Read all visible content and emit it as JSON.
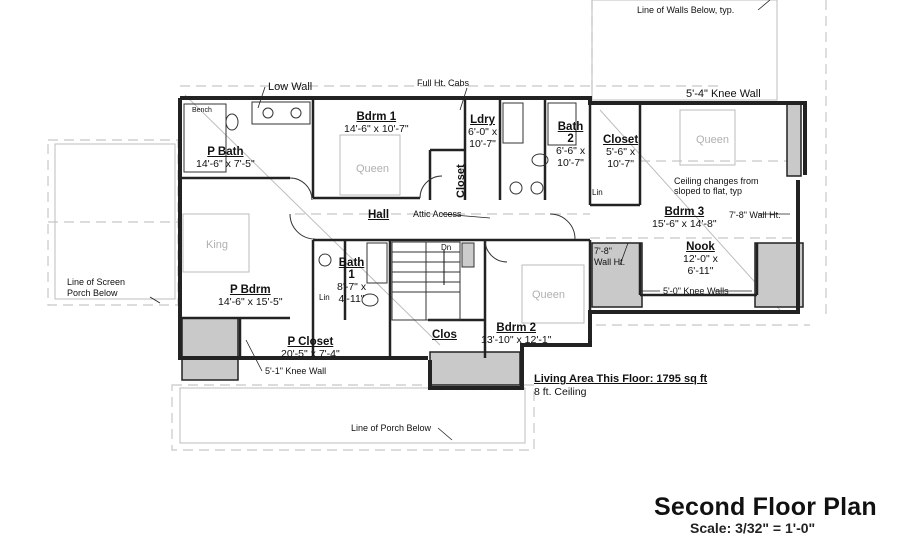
{
  "title": "Second Floor Plan",
  "scale_text": "Scale: 3/32\" = 1'-0\"",
  "summary": {
    "living_area": "Living Area This Floor: 1795 sq ft",
    "ceiling": "8 ft. Ceiling"
  },
  "rooms": [
    {
      "id": "p-bath",
      "name": "P Bath",
      "dims": "14'-6\" x 7'-5\""
    },
    {
      "id": "bdrm-1",
      "name": "Bdrm 1",
      "dims": "14'-6\" x 10'-7\""
    },
    {
      "id": "ldry",
      "name": "Ldry",
      "dims_1": "6'-0\" x",
      "dims_2": "10'-7\""
    },
    {
      "id": "bath-2",
      "name_1": "Bath",
      "name_2": "2",
      "dims_1": "6'-6\" x",
      "dims_2": "10'-7\""
    },
    {
      "id": "closet",
      "name": "Closet",
      "dims_1": "5'-6\" x",
      "dims_2": "10'-7\""
    },
    {
      "id": "bdrm-3",
      "name": "Bdrm 3",
      "dims": "15'-6\" x 14'-8\""
    },
    {
      "id": "nook",
      "name": "Nook",
      "dims_1": "12'-0\" x",
      "dims_2": "6'-11\""
    },
    {
      "id": "hall",
      "name": "Hall"
    },
    {
      "id": "bath-1",
      "name_1": "Bath",
      "name_2": "1",
      "dims_1": "8'-7\" x",
      "dims_2": "4'-11\""
    },
    {
      "id": "p-bdrm",
      "name": "P Bdrm",
      "dims": "14'-6\" x 15'-5\""
    },
    {
      "id": "p-closet",
      "name": "P Closet",
      "dims": "20'-5\" x 7'-4\""
    },
    {
      "id": "bdrm-2",
      "name": "Bdrm 2",
      "dims": "13'-10\" x 12'-1\""
    },
    {
      "id": "clos",
      "name": "Clos"
    },
    {
      "id": "bdrm1-closet",
      "name": "Closet"
    }
  ],
  "fixtures": {
    "bed_queen": "Queen",
    "bed_king": "King",
    "bench": "Bench",
    "lin": "Lin",
    "dn": "Dn"
  },
  "annotations": {
    "low_wall": "Low Wall",
    "full_ht_cabs": "Full Ht. Cabs",
    "walls_below": "Line of Walls Below, typ.",
    "knee_wall_54": "5'-4\" Knee Wall",
    "ceiling_change_1": "Ceiling changes from",
    "ceiling_change_2": "sloped to flat, typ",
    "wall_ht_78_right": "7'-8\" Wall Ht.",
    "wall_ht_78_left_1": "7'-8\"",
    "wall_ht_78_left_2": "Wall Ht.",
    "knee_walls_50": "5'-0\" Knee Walls",
    "attic_access": "Attic Access",
    "screen_porch_1": "Line of Screen",
    "screen_porch_2": "Porch Below",
    "knee_wall_51": "5'-1\" Knee Wall",
    "porch_below": "Line of Porch Below"
  }
}
